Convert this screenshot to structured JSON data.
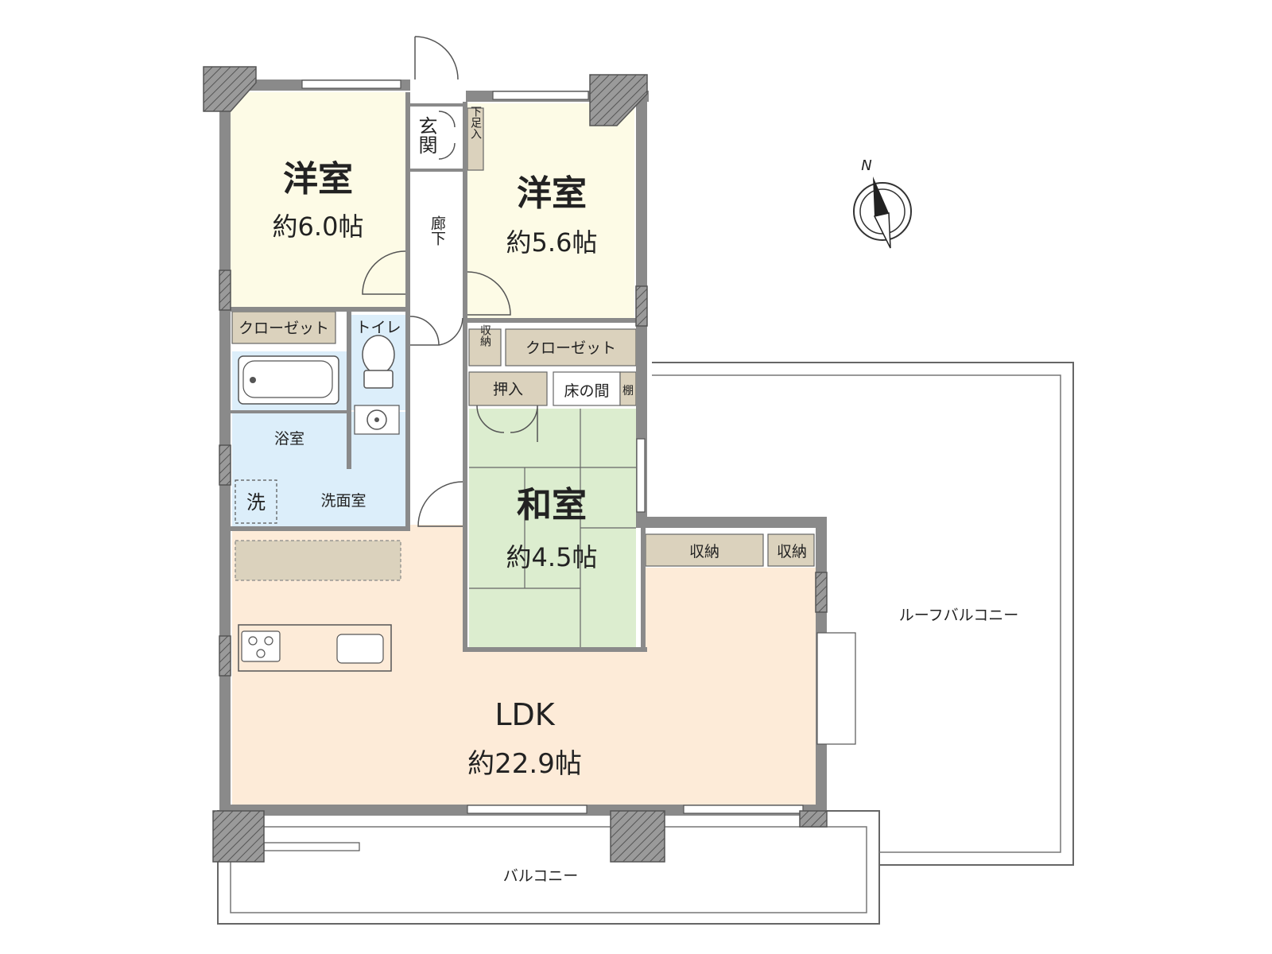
{
  "rooms": {
    "western1": {
      "name": "洋室",
      "size": "約6.0帖"
    },
    "western2": {
      "name": "洋室",
      "size": "約5.6帖"
    },
    "japanese": {
      "name": "和室",
      "size": "約4.5帖"
    },
    "ldk": {
      "name": "LDK",
      "size": "約22.9帖"
    }
  },
  "labels": {
    "entrance": "玄関",
    "shoe_storage": "下足入",
    "hallway": "廊下",
    "closet1": "クローゼット",
    "closet2": "クローゼット",
    "toilet": "トイレ",
    "bath": "浴室",
    "washroom": "洗面室",
    "washer": "洗",
    "storage_small": "収納",
    "oshiire": "押入",
    "tokonoma": "床の間",
    "shelf": "棚",
    "storage1": "収納",
    "storage2": "収納",
    "roof_balcony": "ルーフバルコニー",
    "balcony": "バルコニー",
    "compass_north": "N"
  },
  "colors": {
    "western": "#fdfbe6",
    "japanese": "#dcedcf",
    "ldk": "#fdebd8",
    "water": "#dceefa",
    "storage": "#dbd2bd",
    "wall": "#8a8a8a"
  }
}
